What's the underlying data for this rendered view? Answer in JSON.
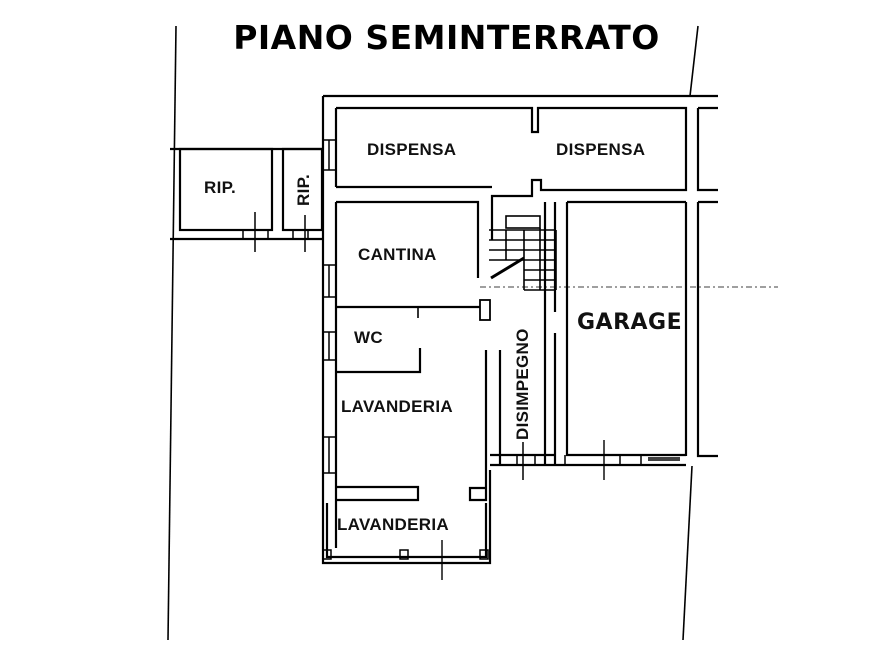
{
  "plan": {
    "title": "PIANO SEMINTERRATO",
    "colors": {
      "wall": "#000000",
      "background": "#ffffff",
      "text": "#111111"
    },
    "rooms": [
      {
        "id": "rip-1",
        "label": "RIP.",
        "orientation": "horizontal"
      },
      {
        "id": "rip-2",
        "label": "RIP.",
        "orientation": "vertical"
      },
      {
        "id": "dispensa-1",
        "label": "DISPENSA",
        "orientation": "horizontal"
      },
      {
        "id": "dispensa-2",
        "label": "DISPENSA",
        "orientation": "horizontal"
      },
      {
        "id": "cantina",
        "label": "CANTINA",
        "orientation": "horizontal"
      },
      {
        "id": "wc",
        "label": "WC",
        "orientation": "horizontal"
      },
      {
        "id": "lavanderia-1",
        "label": "LAVANDERIA",
        "orientation": "horizontal"
      },
      {
        "id": "lavanderia-2",
        "label": "LAVANDERIA",
        "orientation": "horizontal"
      },
      {
        "id": "disimpegno",
        "label": "DISIMPEGNO",
        "orientation": "vertical"
      },
      {
        "id": "garage",
        "label": "GARAGE",
        "orientation": "horizontal"
      }
    ]
  }
}
